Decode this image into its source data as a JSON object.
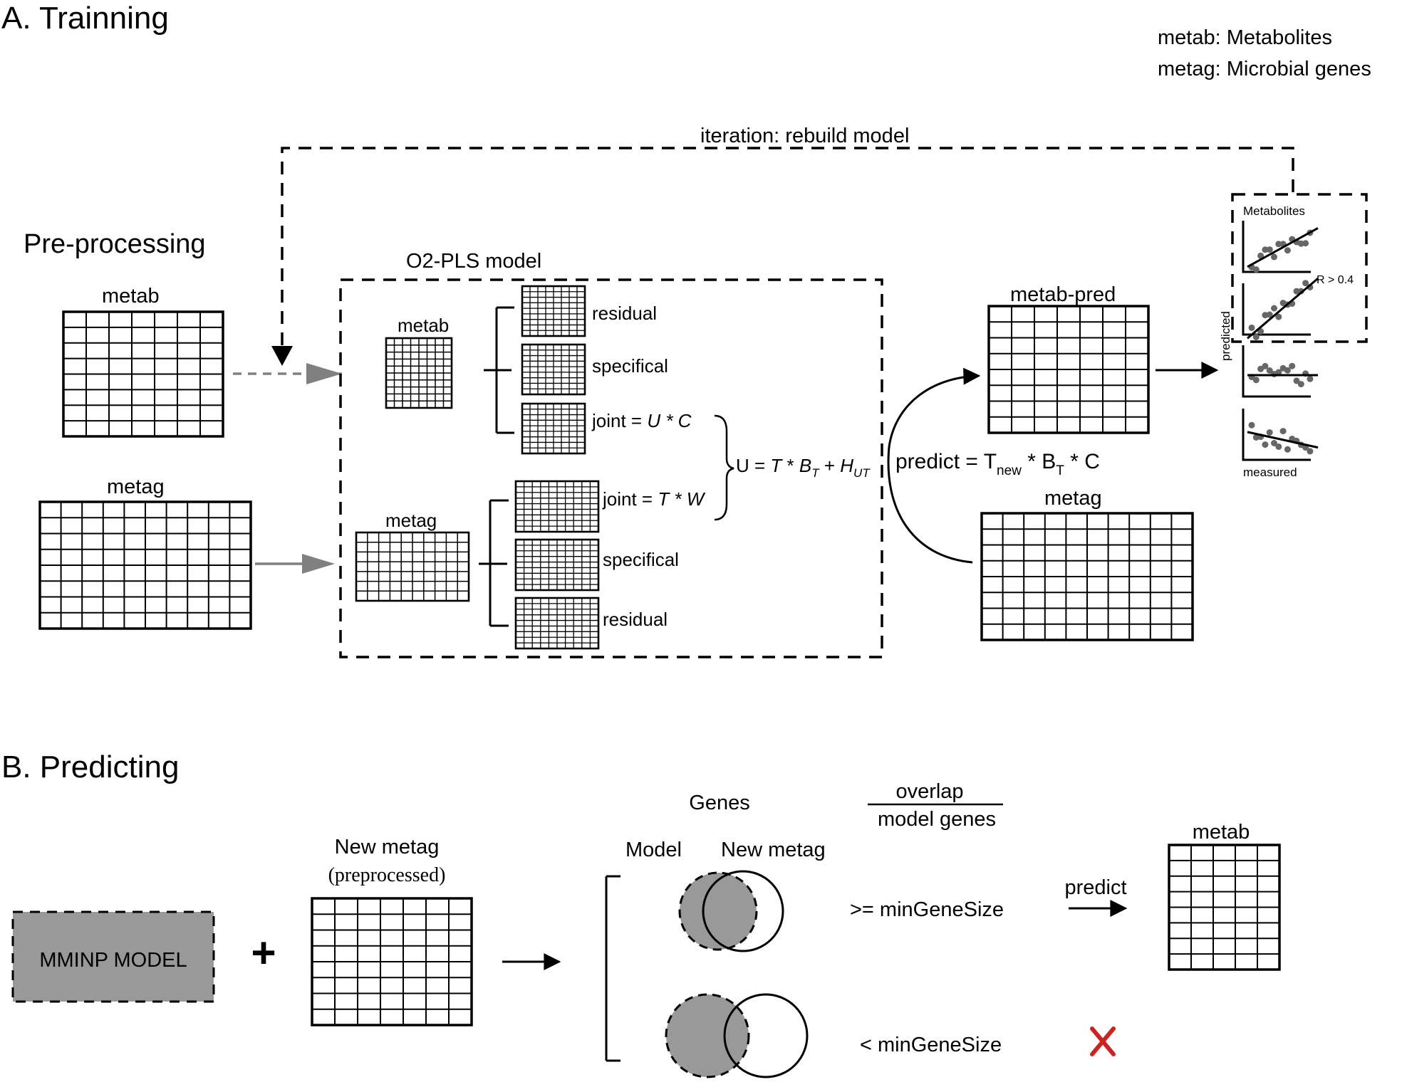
{
  "section_a": {
    "title": "A. Trainning",
    "legend": {
      "line1": "metab: Metabolites",
      "line2": "metag: Microbial genes"
    },
    "iteration_label": "iteration: rebuild model",
    "preprocessing_label": "Pre-processing",
    "input_metab_label": "metab",
    "input_metag_label": "metag",
    "model_title": "O2-PLS model",
    "model_metab_label": "metab",
    "model_metag_label": "metag",
    "metab_parts": {
      "residual": "residual",
      "specifical": "specifical",
      "joint_prefix": "joint = ",
      "joint_formula": "U * C"
    },
    "metag_parts": {
      "joint_prefix": "joint = ",
      "joint_formula": "T * W",
      "specifical": "specifical",
      "residual": "residual"
    },
    "u_formula": {
      "prefix": "U = ",
      "t": "T",
      "mult": " * ",
      "b": "B",
      "b_sub": "T",
      "plus": " + ",
      "h": "H",
      "h_sub": "UT"
    },
    "predict_formula": {
      "prefix": "predict = T",
      "sub1": "new",
      "mid": " * B",
      "sub2": "T",
      "suffix": " * C"
    },
    "metab_pred_label": "metab-pred",
    "metag_right_label": "metag",
    "scatter": {
      "title": "Metabolites",
      "threshold": "R > 0.4",
      "ylabel": "predicted",
      "xlabel": "measured",
      "point_color": "#666666"
    }
  },
  "section_b": {
    "title": "B. Predicting",
    "model_box_label": "MMINP MODEL",
    "model_box_fill": "#999999",
    "new_metag_label": "New metag",
    "preprocessed_label": "(preprocessed)",
    "genes_label": "Genes",
    "venn_model_label": "Model",
    "venn_model_color": "#999999",
    "venn_new_label": "New metag",
    "fraction_numerator": "overlap",
    "fraction_denominator": "model genes",
    "cond_ge": ">= minGeneSize",
    "cond_lt": "< minGeneSize",
    "predict_label": "predict",
    "output_label": "metab",
    "cross_color": "#cc2222"
  }
}
